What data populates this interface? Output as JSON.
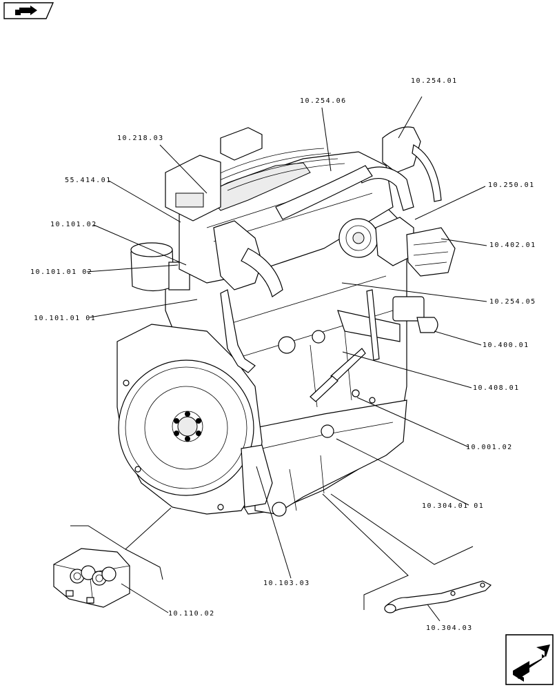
{
  "nav": {
    "back_icon": "back-arrow-icon",
    "next_icon": "next-page-icon"
  },
  "callouts": [
    {
      "id": "c1",
      "text": "10.254.01"
    },
    {
      "id": "c2",
      "text": "10.254.06"
    },
    {
      "id": "c3",
      "text": "10.218.03"
    },
    {
      "id": "c4",
      "text": "55.414.01"
    },
    {
      "id": "c5",
      "text": "10.101.02"
    },
    {
      "id": "c6",
      "text": "10.101.01 02"
    },
    {
      "id": "c7",
      "text": "10.101.01 01"
    },
    {
      "id": "c8",
      "text": "10.250.01"
    },
    {
      "id": "c9",
      "text": "10.402.01"
    },
    {
      "id": "c10",
      "text": "10.254.05"
    },
    {
      "id": "c11",
      "text": "10.400.01"
    },
    {
      "id": "c12",
      "text": "10.408.01"
    },
    {
      "id": "c13",
      "text": "10.001.02"
    },
    {
      "id": "c14",
      "text": "10.304.01 01"
    },
    {
      "id": "c15",
      "text": "10.103.03"
    },
    {
      "id": "c16",
      "text": "10.110.02"
    },
    {
      "id": "c17",
      "text": "10.304.03"
    }
  ]
}
